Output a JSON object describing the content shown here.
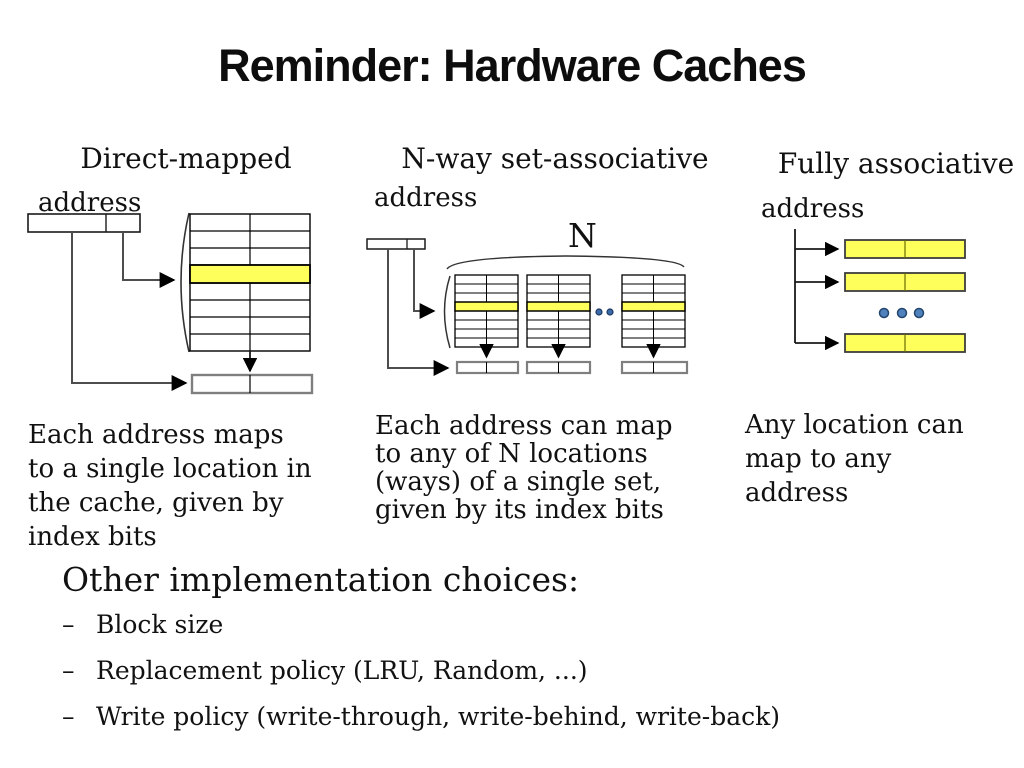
{
  "slide": {
    "title": "Reminder: Hardware Caches"
  },
  "diagrams": {
    "direct": {
      "title": "Direct-mapped",
      "address_label": "address",
      "caption_lines": [
        "Each address maps",
        "to a single location in",
        "the cache, given by",
        "index bits"
      ]
    },
    "nway": {
      "title": "N-way set-associative",
      "address_label": "address",
      "n_label": "N",
      "caption_lines": [
        "Each address can map",
        "to any of N locations",
        "(ways) of a single set,",
        "given by its index bits"
      ]
    },
    "fully": {
      "title": "Fully associative",
      "address_label": "address",
      "caption_lines": [
        "Any location can",
        "map to any",
        "address"
      ]
    }
  },
  "other": {
    "heading": "Other implementation choices:",
    "marker": "–",
    "items": [
      "Block size",
      "Replacement policy (LRU, Random, ...)",
      "Write policy (write-through, write-behind, write-back)"
    ]
  },
  "colors": {
    "highlight_yellow": "#FFFF5C",
    "dot_blue": "#4F81BD",
    "dot_blue_dark": "#2B579A",
    "connector_gray": "#4d4d4d",
    "result_box_gray": "#7f7f7f"
  }
}
